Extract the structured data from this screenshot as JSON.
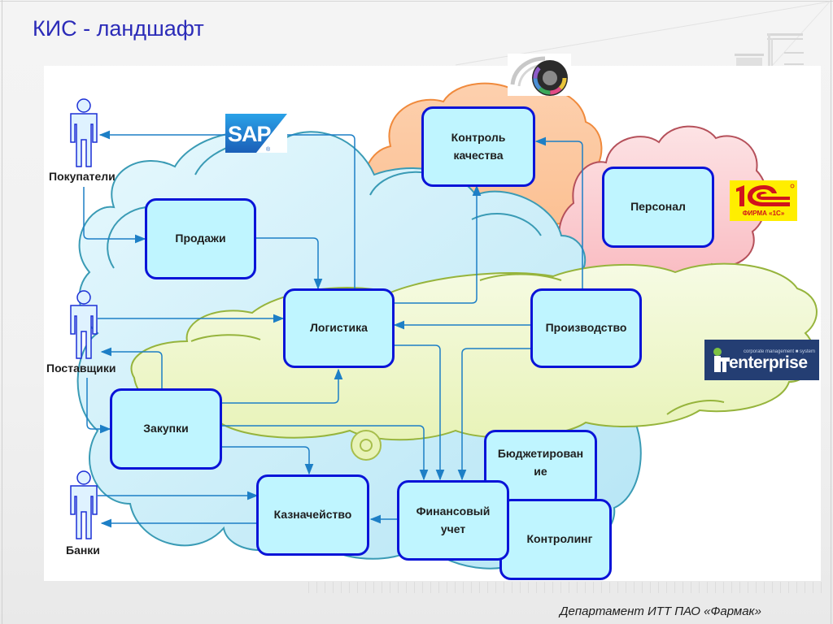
{
  "slide": {
    "title": "КИС - ландшафт",
    "footer": "Департамент ИТТ ПАО «Фармак»"
  },
  "actors": [
    {
      "id": "buyers",
      "label": "Покупатели"
    },
    {
      "id": "suppliers",
      "label": "Поставщики"
    },
    {
      "id": "banks",
      "label": "Банки"
    }
  ],
  "modules": [
    {
      "id": "sales",
      "label": "Продажи"
    },
    {
      "id": "logistics",
      "label": "Логистика"
    },
    {
      "id": "quality",
      "label": "Контроль качества"
    },
    {
      "id": "personnel",
      "label": "Персонал"
    },
    {
      "id": "production",
      "label": "Производство"
    },
    {
      "id": "purchasing",
      "label": "Закупки"
    },
    {
      "id": "treasury",
      "label": "Казначейство"
    },
    {
      "id": "budgeting",
      "label": "Бюджетирован ие"
    },
    {
      "id": "finance",
      "label": "Финансовый учет"
    },
    {
      "id": "controlling",
      "label": "Контролинг"
    }
  ],
  "systems": {
    "sap": {
      "label": "SAP",
      "mark": "®",
      "color": "#1c6fc4"
    },
    "onec": {
      "label": "1С",
      "subtitle": "ФИРМА «1С»",
      "color": "#d0141c",
      "background": "#ffee00"
    },
    "it_enterprise": {
      "label": "enterprise",
      "prefix": "iT",
      "tagline": "corporate management ■ system",
      "background": "#243e73"
    },
    "wheel": {
      "label": "process-wheel-logo"
    }
  },
  "clouds": [
    {
      "id": "sap-cloud",
      "system": "SAP",
      "color": "#c9effa",
      "stroke": "#3a9bb5"
    },
    {
      "id": "wheel-cloud",
      "system": "process-wheel",
      "color": "#fcc9a0",
      "stroke": "#f08a3c"
    },
    {
      "id": "onec-cloud",
      "system": "1С",
      "color": "#fbcfd3",
      "stroke": "#b5505a"
    },
    {
      "id": "it-enterprise-cloud",
      "system": "IT Enterprise",
      "color": "#eef7cc",
      "stroke": "#96b43c"
    }
  ],
  "flows": [
    {
      "from": "sap",
      "to": "buyers"
    },
    {
      "from": "buyers",
      "to": "sales"
    },
    {
      "from": "sales",
      "to": "logistics"
    },
    {
      "from": "suppliers",
      "to": "logistics"
    },
    {
      "from": "purchasing",
      "to": "suppliers"
    },
    {
      "from": "suppliers",
      "to": "purchasing"
    },
    {
      "from": "purchasing",
      "to": "logistics"
    },
    {
      "from": "purchasing",
      "to": "treasury"
    },
    {
      "from": "purchasing",
      "to": "finance"
    },
    {
      "from": "logistics",
      "to": "quality"
    },
    {
      "from": "production",
      "to": "quality"
    },
    {
      "from": "production",
      "to": "logistics"
    },
    {
      "from": "logistics",
      "to": "finance"
    },
    {
      "from": "production",
      "to": "finance"
    },
    {
      "from": "banks",
      "to": "treasury"
    },
    {
      "from": "treasury",
      "to": "banks"
    },
    {
      "from": "finance",
      "to": "treasury"
    }
  ]
}
